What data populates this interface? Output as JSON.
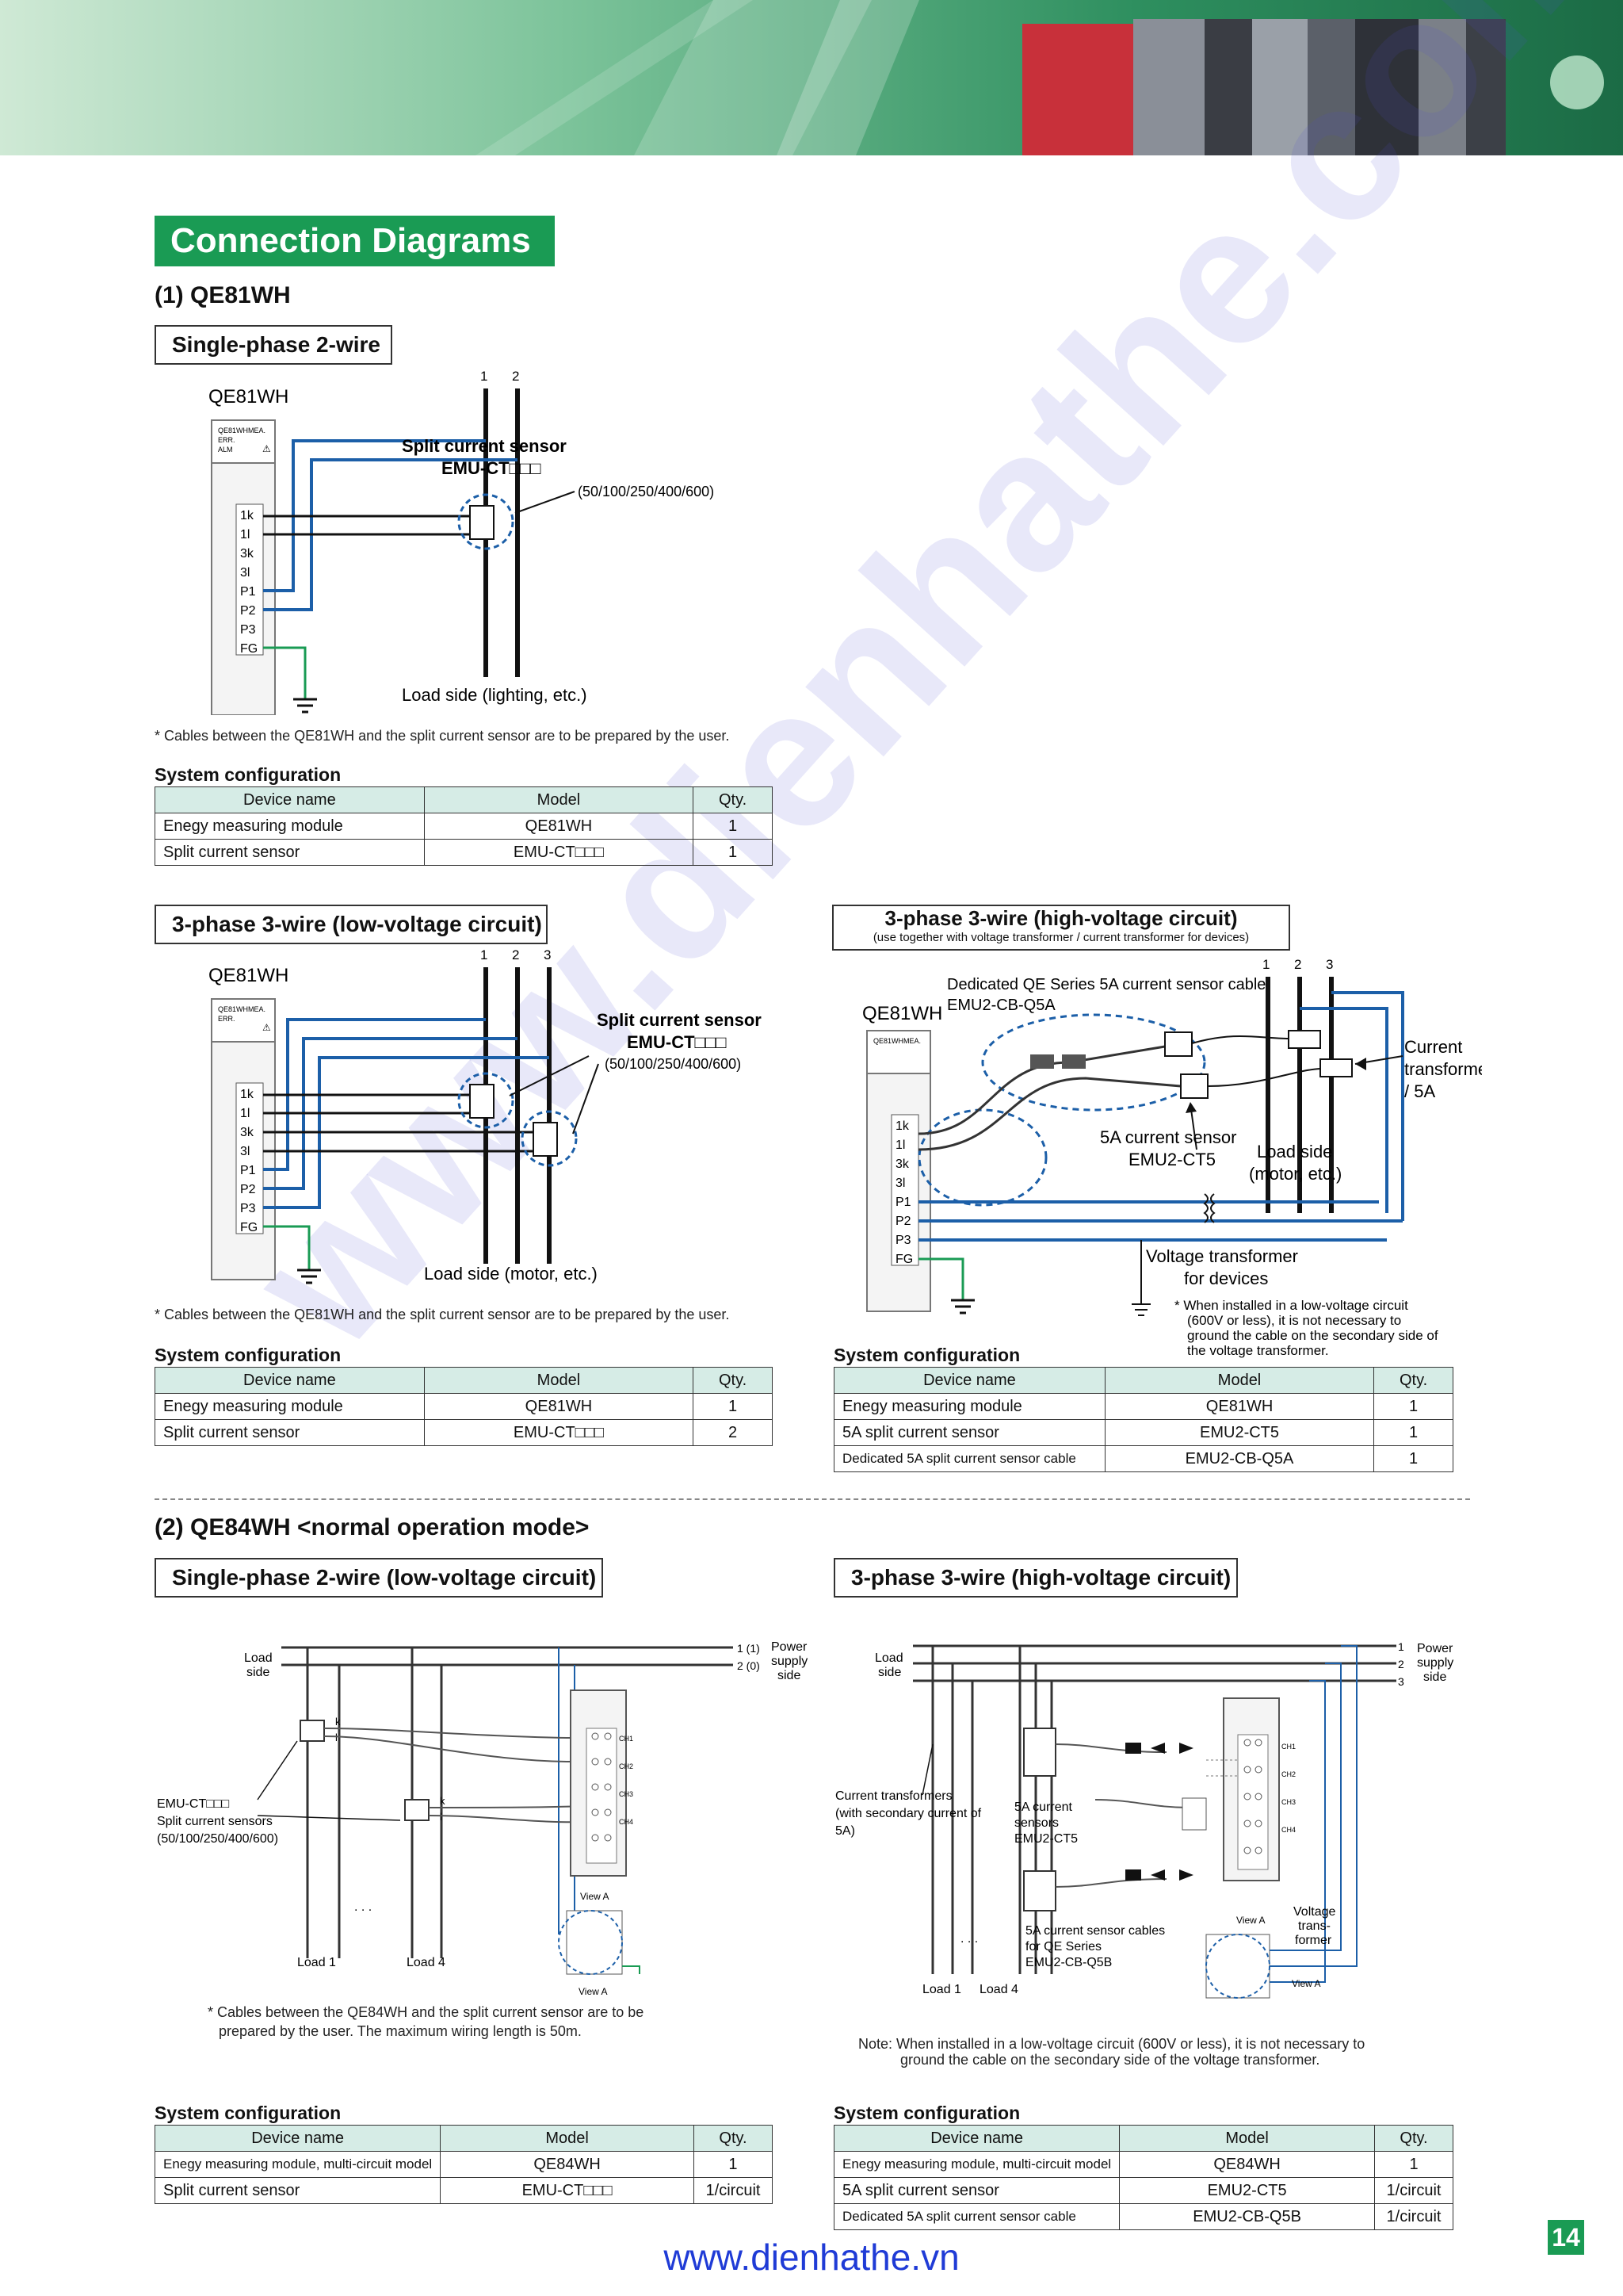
{
  "page_title": "Connection Diagrams",
  "page_number": "14",
  "footer_url": "www.dienhathe.vn",
  "watermark": "www.dienhathe.com",
  "colors": {
    "accent_green": "#1a9b54",
    "wire_blue": "#1c5fa8",
    "ground_green": "#1a9b54",
    "header_fill": "#d6ece6"
  },
  "section1": {
    "title": "(1) QE81WH",
    "single_phase": {
      "label": "Single-phase 2-wire",
      "module_label": "QE81WH",
      "terminals": [
        "1k",
        "1l",
        "3k",
        "3l",
        "P1",
        "P2",
        "P3",
        "FG"
      ],
      "line_numbers": [
        "1",
        "2"
      ],
      "sensor_title": "Split current sensor",
      "sensor_model": "EMU-CT□□□",
      "sensor_ratings": "(50/100/250/400/600)",
      "load_label": "Load side (lighting, etc.)",
      "note": "* Cables between the QE81WH and the split current sensor are to be prepared by the user.",
      "syscfg_title": "System configuration",
      "headers": [
        "Device name",
        "Model",
        "Qty."
      ],
      "rows": [
        [
          "Enegy measuring module",
          "QE81WH",
          "1"
        ],
        [
          "Split current sensor",
          "EMU-CT□□□",
          "1"
        ]
      ]
    },
    "three_phase_low": {
      "label": "3-phase 3-wire (low-voltage circuit)",
      "module_label": "QE81WH",
      "line_numbers": [
        "1",
        "2",
        "3"
      ],
      "sensor_title": "Split current sensor",
      "sensor_model": "EMU-CT□□□",
      "sensor_ratings": "(50/100/250/400/600)",
      "load_label": "Load side (motor, etc.)",
      "note": "* Cables between the QE81WH and the split current sensor are to be prepared by the user.",
      "syscfg_title": "System configuration",
      "headers": [
        "Device name",
        "Model",
        "Qty."
      ],
      "rows": [
        [
          "Enegy measuring module",
          "QE81WH",
          "1"
        ],
        [
          "Split current sensor",
          "EMU-CT□□□",
          "2"
        ]
      ]
    },
    "three_phase_high": {
      "label": "3-phase 3-wire (high-voltage circuit)",
      "sublabel": "(use together with voltage transformer / current transformer for devices)",
      "module_label": "QE81WH",
      "line_numbers": [
        "1",
        "2",
        "3"
      ],
      "cable_label_1": "Dedicated QE Series 5A current sensor cable",
      "cable_label_2": "EMU2-CB-Q5A",
      "ct_label_1": "Current",
      "ct_label_2": "transformer",
      "ct_label_3": "/ 5A",
      "sensor_label_1": "5A current sensor",
      "sensor_label_2": "EMU2-CT5",
      "load_label_1": "Load side",
      "load_label_2": "(motor, etc.)",
      "vt_label_1": "Voltage transformer",
      "vt_label_2": "for devices",
      "vt_note": [
        "* When installed in a low-voltage circuit",
        "(600V or less), it is not necessary to",
        "ground the cable on the secondary side of",
        "the voltage transformer."
      ],
      "syscfg_title": "System configuration",
      "headers": [
        "Device name",
        "Model",
        "Qty."
      ],
      "rows": [
        [
          "Enegy measuring module",
          "QE81WH",
          "1"
        ],
        [
          "5A split current sensor",
          "EMU2-CT5",
          "1"
        ],
        [
          "Dedicated 5A split current sensor cable",
          "EMU2-CB-Q5A",
          "1"
        ]
      ]
    }
  },
  "section2": {
    "title": "(2) QE84WH <normal operation mode>",
    "single_phase": {
      "label": "Single-phase 2-wire (low-voltage circuit)",
      "load_side": [
        "Load",
        "side"
      ],
      "power_side": [
        "Power",
        "supply",
        "side"
      ],
      "line_marks": [
        "1 (1)",
        "2 (0)"
      ],
      "sensor_label": [
        "EMU-CT□□□",
        "Split current sensors",
        "(50/100/250/400/600)"
      ],
      "load1": "Load 1",
      "load4": "Load 4",
      "dots": ". . .",
      "view_a": "View A",
      "channels": [
        "CH1",
        "CH2",
        "CH3",
        "CH4"
      ],
      "note": [
        "* Cables between the QE84WH and the split current sensor are to be",
        "prepared by the user. The maximum wiring length is 50m."
      ],
      "syscfg_title": "System configuration",
      "headers": [
        "Device name",
        "Model",
        "Qty."
      ],
      "rows": [
        [
          "Enegy measuring module, multi-circuit model",
          "QE84WH",
          "1"
        ],
        [
          "Split current sensor",
          "EMU-CT□□□",
          "1/circuit"
        ]
      ]
    },
    "three_phase_high": {
      "label": "3-phase 3-wire (high-voltage circuit)",
      "load_side": [
        "Load",
        "side"
      ],
      "power_side": [
        "Power",
        "supply",
        "side"
      ],
      "line_marks": [
        "1",
        "2",
        "3"
      ],
      "ct_label": [
        "Current transformers",
        "(with secondary current of",
        "5A)"
      ],
      "sensor_label": [
        "5A current",
        "sensors",
        "EMU2-CT5"
      ],
      "cable_label": [
        "5A current sensor cables",
        "for QE Series",
        "EMU2-CB-Q5B"
      ],
      "vt_label": [
        "Voltage",
        "trans-",
        "former"
      ],
      "load1": "Load 1",
      "load4": "Load 4",
      "dots": ". . .",
      "view_a": "View A",
      "channels": [
        "CH1",
        "CH2",
        "CH3",
        "CH4"
      ],
      "note": [
        "Note: When installed in a low-voltage circuit (600V or less), it is not necessary to",
        "ground the cable on the secondary side of the voltage transformer."
      ],
      "syscfg_title": "System configuration",
      "headers": [
        "Device name",
        "Model",
        "Qty."
      ],
      "rows": [
        [
          "Enegy measuring module, multi-circuit model",
          "QE84WH",
          "1"
        ],
        [
          "5A split current sensor",
          "EMU2-CT5",
          "1/circuit"
        ],
        [
          "Dedicated 5A split current sensor cable",
          "EMU2-CB-Q5B",
          "1/circuit"
        ]
      ]
    }
  }
}
